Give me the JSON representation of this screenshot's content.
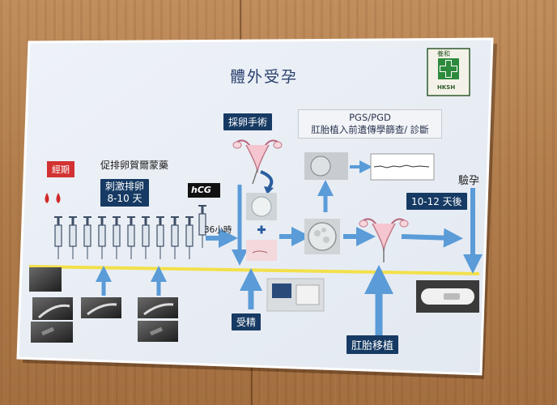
{
  "poster": {
    "title": "體外受孕",
    "logo_text": "HKSH",
    "logo_top": "養和",
    "menstruation": "經期",
    "drug": "促排卵賀爾蒙藥",
    "stimulation_line1": "刺激排卵",
    "stimulation_line2": "8-10 天",
    "hcg": "hCG",
    "hours36": "36小時",
    "egg_retrieval": "採卵手術",
    "pgs_line1": "PGS/PGD",
    "pgs_line2": "肛胎植入前遺傳學篩查/ 診斷",
    "days_after": "10-12 天後",
    "pregnancy_test": "驗孕",
    "fertilization": "受精",
    "embryo_transfer": "肛胎移植"
  },
  "colors": {
    "board": "#e9eef5",
    "dark_blue": "#163a63",
    "arrow_blue": "#5a9bd8",
    "red_label": "#d23232",
    "yellow_line": "#f2e04a"
  }
}
